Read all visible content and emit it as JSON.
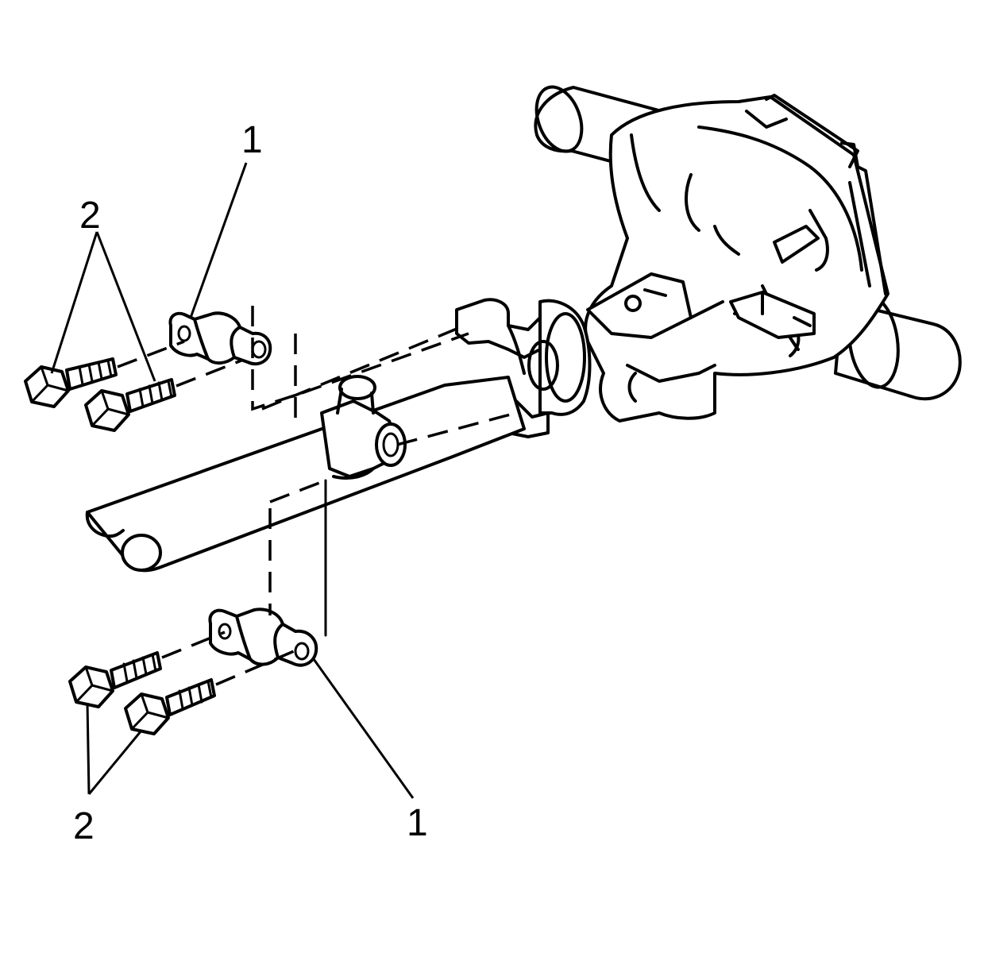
{
  "callouts": {
    "upper_strap": "1",
    "upper_bolts": "2",
    "lower_strap": "1",
    "lower_bolts": "2"
  }
}
